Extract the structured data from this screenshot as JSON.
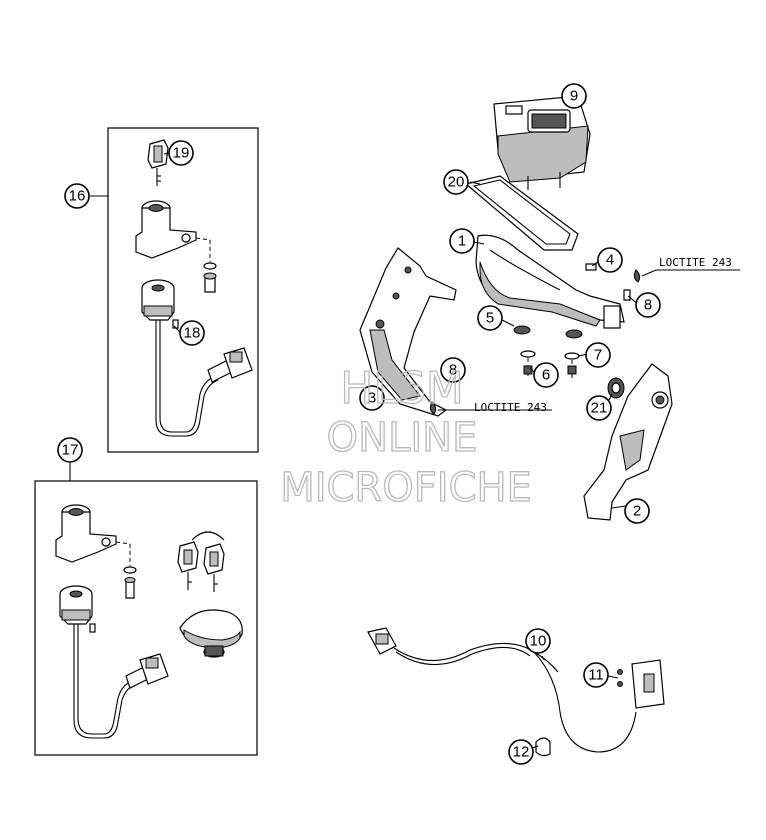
{
  "callouts": {
    "c1": "1",
    "c2": "2",
    "c3": "3",
    "c4": "4",
    "c5": "5",
    "c6": "6",
    "c7": "7",
    "c8a": "8",
    "c8b": "8",
    "c9": "9",
    "c10": "10",
    "c11": "11",
    "c12": "12",
    "c16": "16",
    "c17": "17",
    "c18": "18",
    "c19": "19",
    "c20": "20",
    "c21": "21"
  },
  "notes": {
    "loctite_top": "LOCTITE 243",
    "loctite_mid": "LOCTITE 243"
  },
  "watermark": {
    "line1": "HLSM",
    "line2": "ONLINE",
    "line3": "MICROFICHE"
  }
}
